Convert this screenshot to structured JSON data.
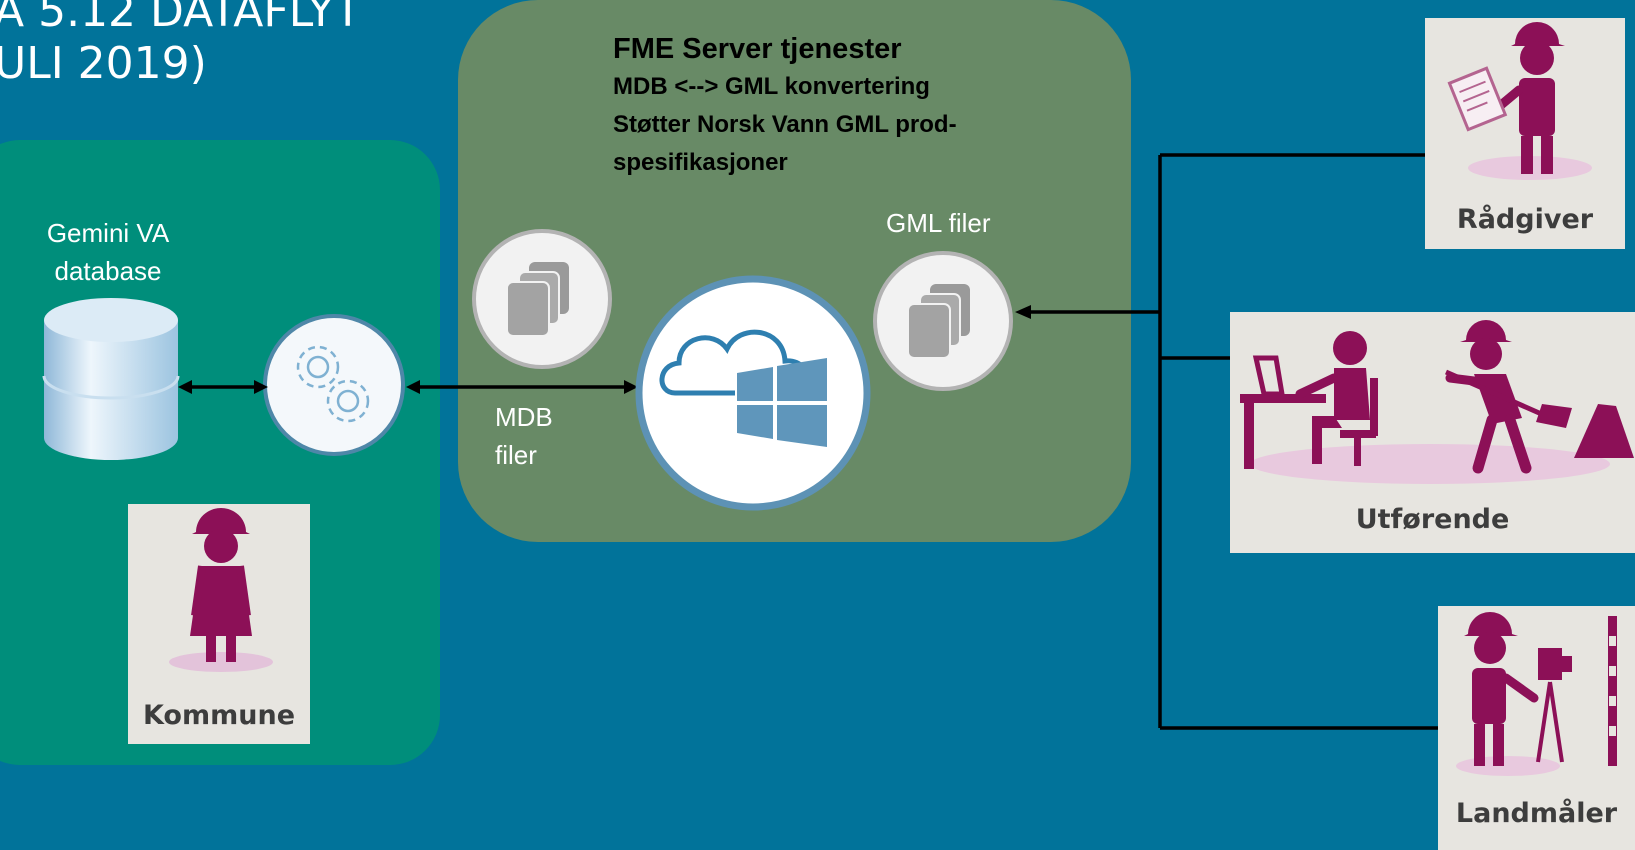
{
  "slide": {
    "title": "A 5.12 DATAFLYT\nULI 2019)"
  },
  "kommune_panel": {
    "db_label": "Gemini VA\ndatabase",
    "person_label": "Kommune"
  },
  "fme_panel": {
    "heading": "FME Server tjenester",
    "lines": [
      "MDB <--> GML konvertering",
      "Støtter Norsk Vann GML prod-",
      "spesifikasjoner"
    ],
    "mdb_label": "MDB\nfiler",
    "gml_label": "GML filer"
  },
  "recipients": {
    "radgiver": "Rådgiver",
    "utforende": "Utførende",
    "landmaler": "Landmåler"
  },
  "colors": {
    "background": "#01739a",
    "kommune_panel": "#008e7b",
    "fme_panel": "#688a66",
    "person": "#8c1057",
    "card": "#e7e5e0"
  }
}
